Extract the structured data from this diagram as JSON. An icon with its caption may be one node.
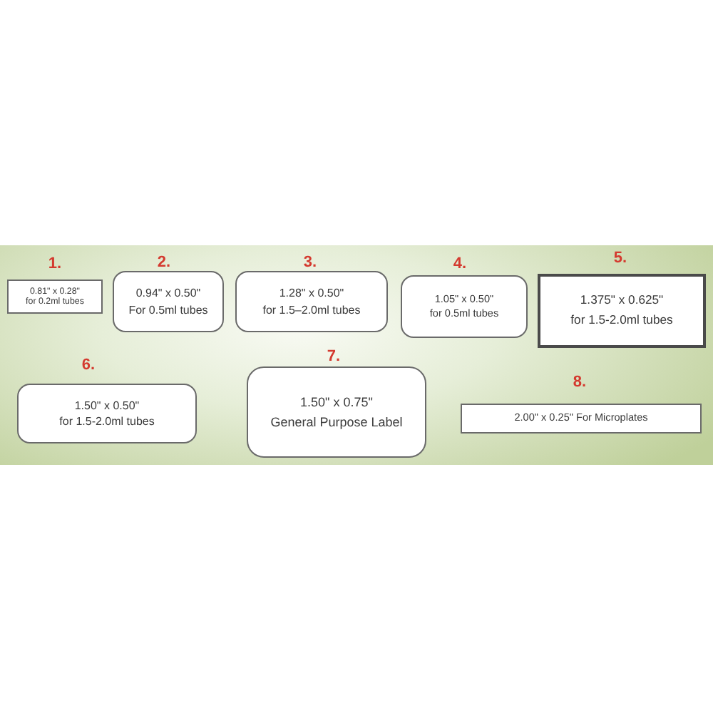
{
  "diagram": {
    "nodes": [
      {
        "text": [
          "1.",
          "0.81\" x 0.28\"",
          "for 0.2ml tubes"
        ]
      },
      {
        "text": [
          "2.",
          "0.94\" x 0.50\"",
          "For 0.5ml tubes"
        ]
      },
      {
        "text": [
          "3.",
          "1.28\" x 0.50\"",
          "for 1.5–2.0ml tubes"
        ]
      },
      {
        "text": [
          "4.",
          "1.05\" x 0.50\"",
          "for 0.5ml tubes"
        ]
      },
      {
        "text": [
          "5.",
          "1.375\" x 0.625\"",
          "for 1.5-2.0ml tubes"
        ]
      },
      {
        "text": [
          "6.",
          "1.50\" x 0.50\"",
          "for 1.5-2.0ml tubes"
        ]
      },
      {
        "text": [
          "7.",
          "1.50\" x 0.75\"",
          "General Purpose Label"
        ]
      },
      {
        "text": [
          "8.",
          "2.00\" x 0.25\" For Microplates"
        ]
      }
    ]
  }
}
